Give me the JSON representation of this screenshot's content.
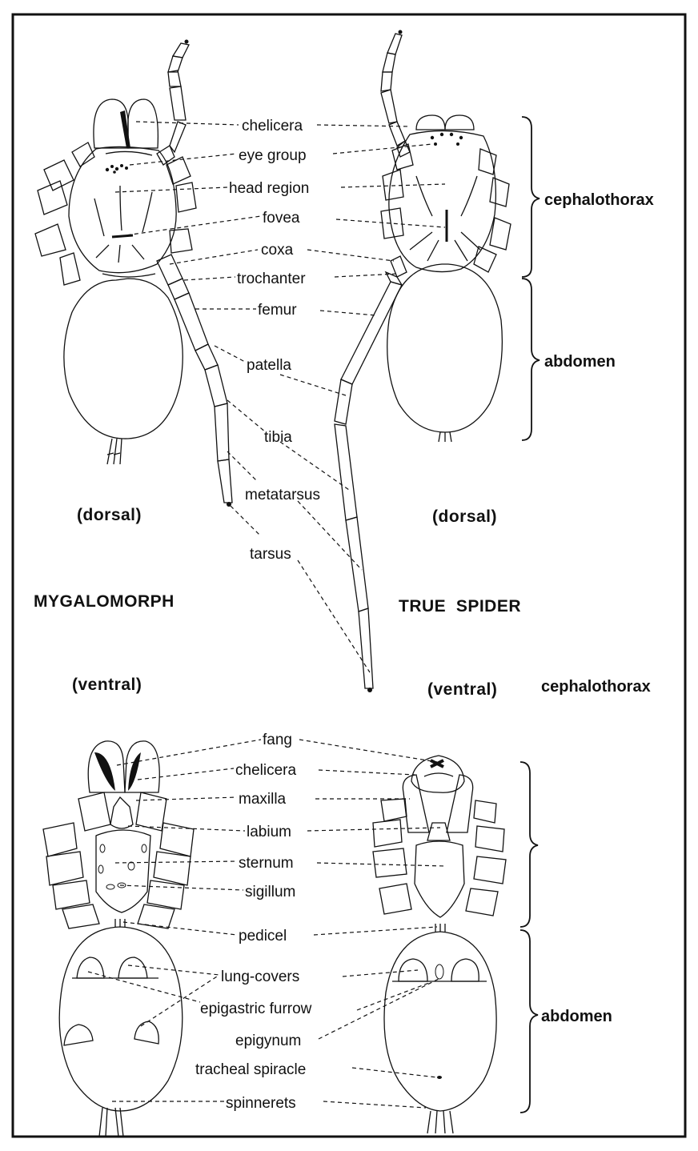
{
  "views": {
    "dorsal_left": "(dorsal)",
    "dorsal_right": "(dorsal)",
    "ventral_left": "(ventral)",
    "ventral_right": "(ventral)"
  },
  "groups": {
    "mygalomorph": "MYGALOMORPH",
    "true_spider": "TRUE  SPIDER"
  },
  "body_parts": {
    "dorsal_cephalothorax": "cephalothorax",
    "dorsal_abdomen": "abdomen",
    "ventral_cephalothorax": "cephalothorax",
    "ventral_abdomen": "abdomen"
  },
  "dorsal_labels": {
    "chelicera": "chelicera",
    "eye_group": "eye group",
    "head_region": "head region",
    "fovea": "fovea",
    "coxa": "coxa",
    "trochanter": "trochanter",
    "femur": "femur",
    "patella": "patella",
    "tibia": "tibia",
    "metatarsus": "metatarsus",
    "tarsus": "tarsus"
  },
  "ventral_labels": {
    "fang": "fang",
    "chelicera": "chelicera",
    "maxilla": "maxilla",
    "labium": "labium",
    "sternum": "sternum",
    "sigillum": "sigillum",
    "pedicel": "pedicel",
    "lung_covers": "lung-covers",
    "epigastric_furrow": "epigastric furrow",
    "epigynum": "epigynum",
    "tracheal_spiracle": "tracheal spiracle",
    "spinnerets": "spinnerets"
  }
}
